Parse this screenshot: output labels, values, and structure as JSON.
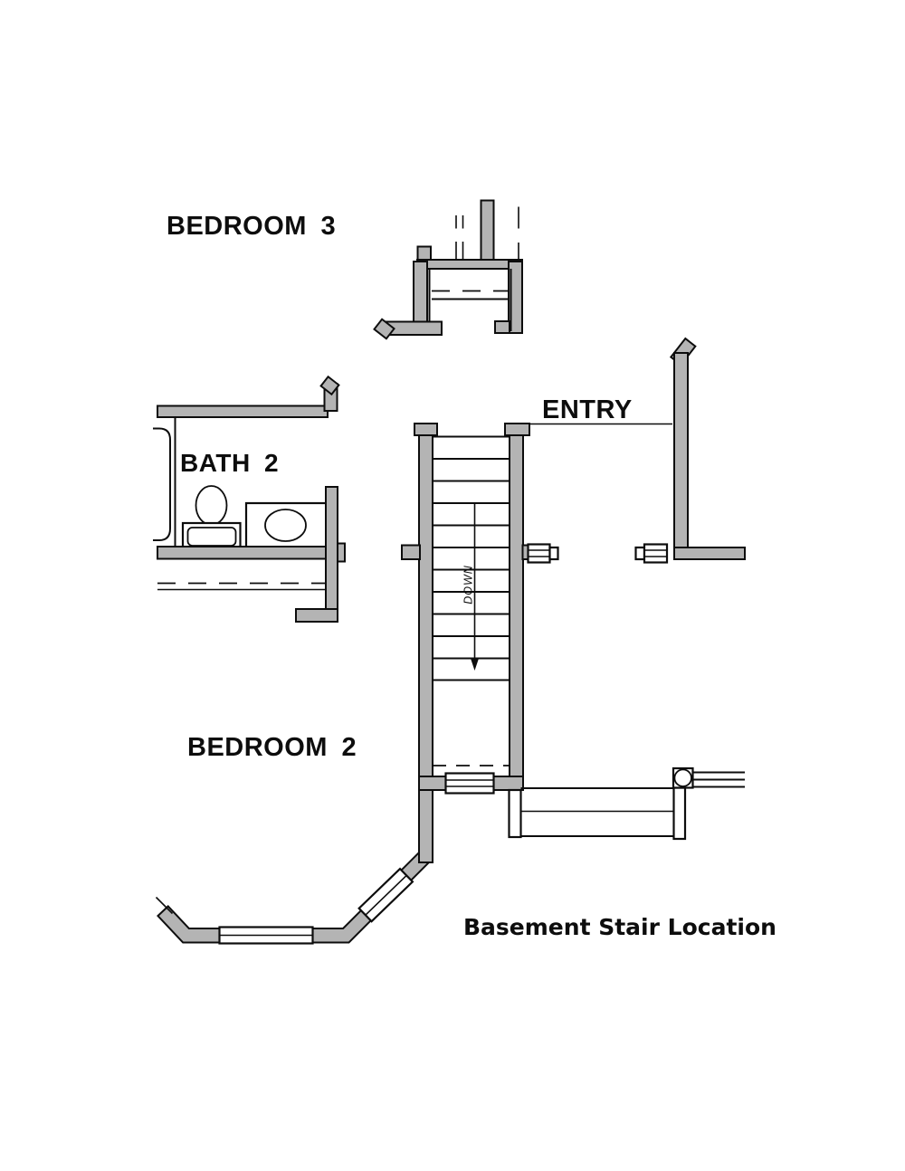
{
  "drawing": {
    "caption": "Basement Stair Location",
    "rooms": {
      "bedroom3": "BEDROOM 3",
      "bath2": "BATH 2",
      "entry": "ENTRY",
      "bedroom2": "BEDROOM 2"
    },
    "stair": {
      "down_label": "DOWN"
    }
  },
  "colors": {
    "wall_fill": "#b4b4b4",
    "line": "#0d0d0d",
    "background": "#ffffff"
  }
}
